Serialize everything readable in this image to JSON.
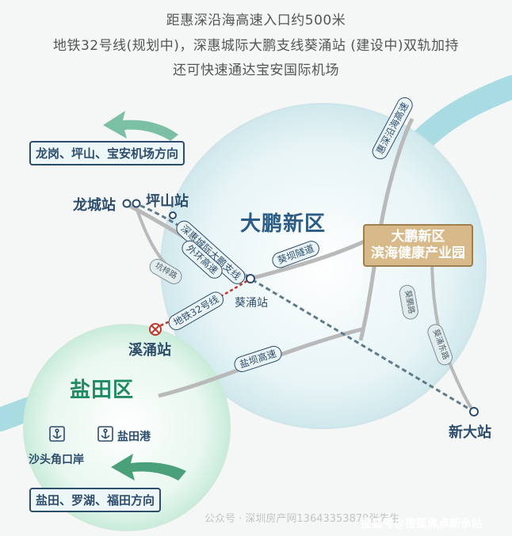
{
  "header": {
    "line1": "距惠深沿海高速入口约500米",
    "line2": "地铁32号线(规划中)，深惠城际大鹏支线葵涌站 (建设中)双轨加持",
    "line3": "还可快速通达宝安国际机场"
  },
  "districts": {
    "dapeng": "大鹏新区",
    "yantian": "盐田区"
  },
  "stations": {
    "longcheng": "龙城站",
    "pingshan": "坪山站",
    "kuichong": "葵涌站",
    "xiyong": "溪涌站",
    "xinda": "新大站"
  },
  "ports": {
    "yantian_port": "盐田港",
    "shatoujiao": "沙头角口岸"
  },
  "directions": {
    "northwest": "龙岗、坪山、宝安机场方向",
    "southwest": "盐田、罗湖、福田方向"
  },
  "park": {
    "line1": "大鹏新区",
    "line2": "滨海健康产业园"
  },
  "roads": {
    "huishen_coastal": "惠深沿海高速",
    "shenhui_intercity": "深惠城际大鹏支线",
    "outer_ring": "外环高速",
    "kuiba_tunnel": "葵坝隧道",
    "metro32": "地铁32号线",
    "yanba": "盐坝高速",
    "small_left": "坑梓路",
    "small_right_1": "葵鹏路",
    "small_right_2": "葵涌东路"
  },
  "watermarks": {
    "wechat": "公众号 · 深圳房产网13643353870张先生",
    "sohu": "搜狐号@搜狐焦点新余站"
  },
  "colors": {
    "water": "#a9dbe2",
    "dapeng_circle": "#dff0f2",
    "yantian_circle": "#dcf3e8",
    "park": "#d7b98a",
    "metro": "#c0392b",
    "road_gray": "#b9b9b9",
    "label_blue": "#2d4d6c"
  }
}
